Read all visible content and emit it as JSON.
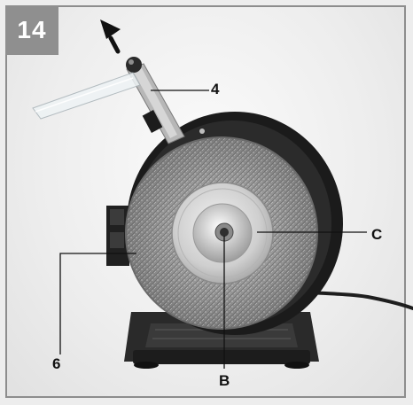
{
  "figure": {
    "number": "14",
    "callouts": {
      "knife_rest": "4",
      "wheel_nut": "B",
      "flange": "C",
      "guard": "6"
    },
    "icons": [
      "direction-arrow-icon"
    ],
    "colors": {
      "badge_bg": "#8f8f8f",
      "frame_border": "#8d8d8d",
      "leader": "#111111"
    }
  }
}
